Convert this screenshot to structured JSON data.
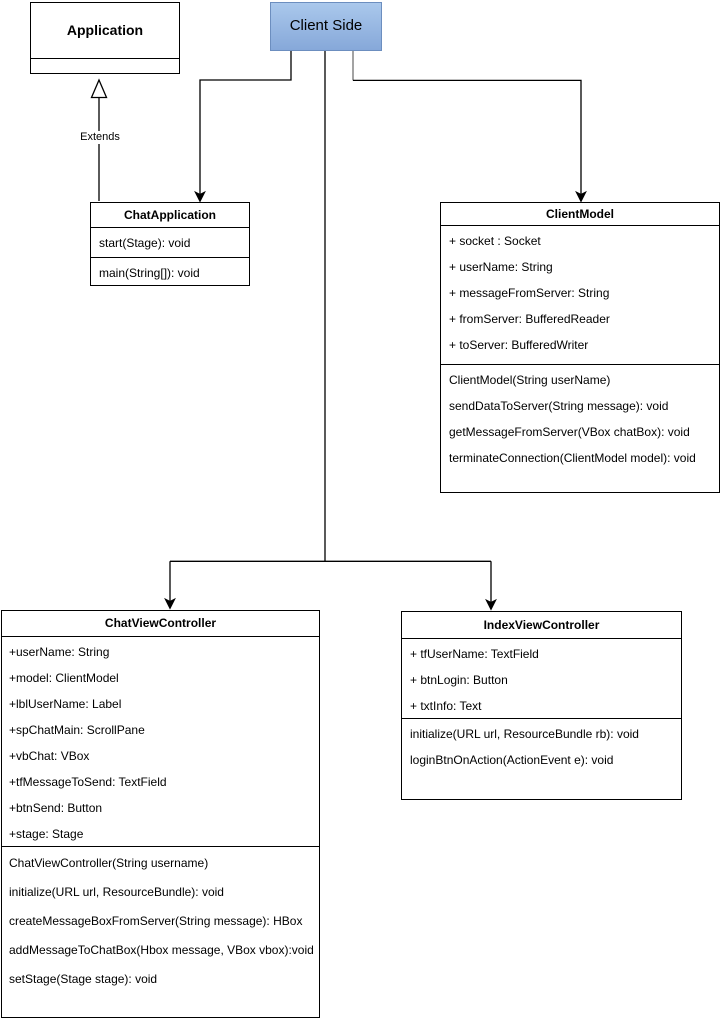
{
  "nodes": {
    "application": {
      "title": "Application"
    },
    "client_side": {
      "label": "Client Side"
    },
    "chat_application": {
      "title": "ChatApplication",
      "compartments": [
        "start(Stage): void",
        "main(String[]): void"
      ]
    },
    "client_model": {
      "title": "ClientModel",
      "attributes": [
        "+ socket : Socket",
        "+ userName: String",
        "+ messageFromServer: String",
        "+ fromServer: BufferedReader",
        "+ toServer: BufferedWriter"
      ],
      "methods": [
        "ClientModel(String userName)",
        "sendDataToServer(String message): void",
        "getMessageFromServer(VBox chatBox): void",
        "terminateConnection(ClientModel model): void"
      ]
    },
    "chat_view_controller": {
      "title": "ChatViewController",
      "attributes": [
        "+userName: String",
        "+model: ClientModel",
        "+lblUserName: Label",
        "+spChatMain: ScrollPane",
        "+vbChat: VBox",
        "+tfMessageToSend: TextField",
        "+btnSend: Button",
        "+stage: Stage"
      ],
      "methods": [
        "ChatViewController(String username)",
        "initialize(URL url, ResourceBundle): void",
        "createMessageBoxFromServer(String message): HBox",
        "addMessageToChatBox(Hbox message, VBox vbox):void",
        "setStage(Stage stage): void"
      ]
    },
    "index_view_controller": {
      "title": "IndexViewController",
      "attributes": [
        "+ tfUserName: TextField",
        "+ btnLogin: Button",
        "+ txtInfo: Text"
      ],
      "methods": [
        "initialize(URL url, ResourceBundle rb): void",
        "loginBtnOnAction(ActionEvent e): void"
      ]
    }
  },
  "edges": {
    "extends_label": "Extends"
  },
  "colors": {
    "client_side_fill_top": "#aac8ec",
    "client_side_fill_bottom": "#86a8d9",
    "client_side_border": "#6c8ebf",
    "box_fill": "#ffffff",
    "box_border": "#000000",
    "connector": "#000000",
    "connector_gray_stub": "#8c8c8c"
  }
}
